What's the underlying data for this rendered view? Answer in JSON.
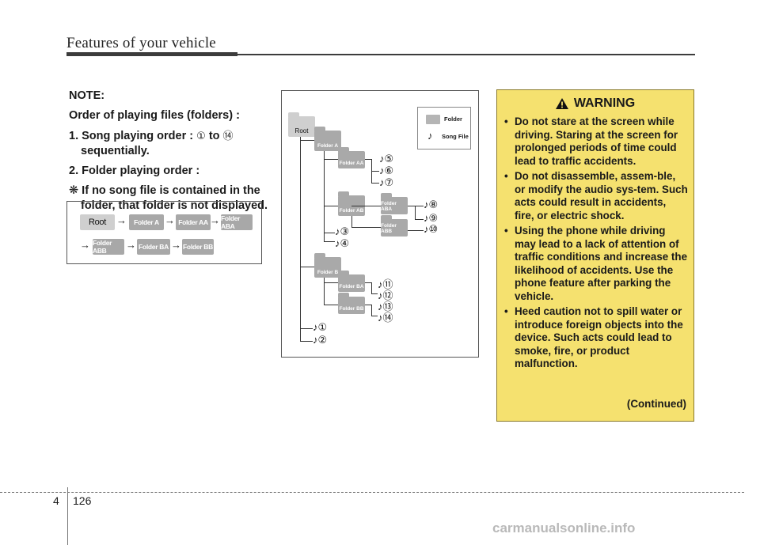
{
  "header": {
    "title": "Features of your vehicle"
  },
  "note": {
    "heading": "NOTE:",
    "line1": "Order of playing files (folders) :",
    "line2a": "1. Song playing order :",
    "line2_from": "①",
    "line2_to_word": "to",
    "line2_to": "⑭",
    "line2b": "sequentially.",
    "line3": "2. Folder playing order :",
    "line4a": "❋ If no song file is contained in the",
    "line4b": "folder, that folder is not displayed."
  },
  "order_diagram": {
    "row1": [
      "Root",
      "Folder A",
      "Folder AA",
      "Folder ABA"
    ],
    "row2": [
      "Folder ABB",
      "Folder BA",
      "Folder BB"
    ],
    "arrow": "→"
  },
  "tree": {
    "root": "Root",
    "folder_a": "Folder A",
    "folder_aa": "Folder AA",
    "folder_ab": "Folder AB",
    "folder_aba": "Folder ABA",
    "folder_abb": "Folder ABB",
    "folder_b": "Folder B",
    "folder_ba": "Folder BA",
    "folder_bb": "Folder BB",
    "songs": [
      "♪①",
      "♪②",
      "♪③",
      "♪④",
      "♪⑤",
      "♪⑥",
      "♪⑦",
      "♪⑧",
      "♪⑨",
      "♪⑩",
      "♪⑪",
      "♪⑫",
      "♪⑬",
      "♪⑭"
    ],
    "legend_folder": "Folder",
    "legend_song_icon": "♪",
    "legend_song": "Song File"
  },
  "warning": {
    "title": "WARNING",
    "items": [
      "Do not stare at the screen while driving. Staring at the screen for prolonged periods of time could lead to traffic accidents.",
      "Do not disassemble, assem-ble, or modify the audio sys-tem. Such acts could result in accidents, fire, or electric shock.",
      "Using the phone while driving may lead to a lack of attention of traffic conditions and increase the likelihood of accidents. Use the phone feature after parking the vehicle.",
      "Heed caution not to spill water or introduce foreign objects into the device. Such acts could lead to smoke, fire, or product malfunction."
    ],
    "continued": "(Continued)"
  },
  "footer": {
    "chapter": "4",
    "page": "126"
  },
  "watermark": "carmanualsonline.info"
}
